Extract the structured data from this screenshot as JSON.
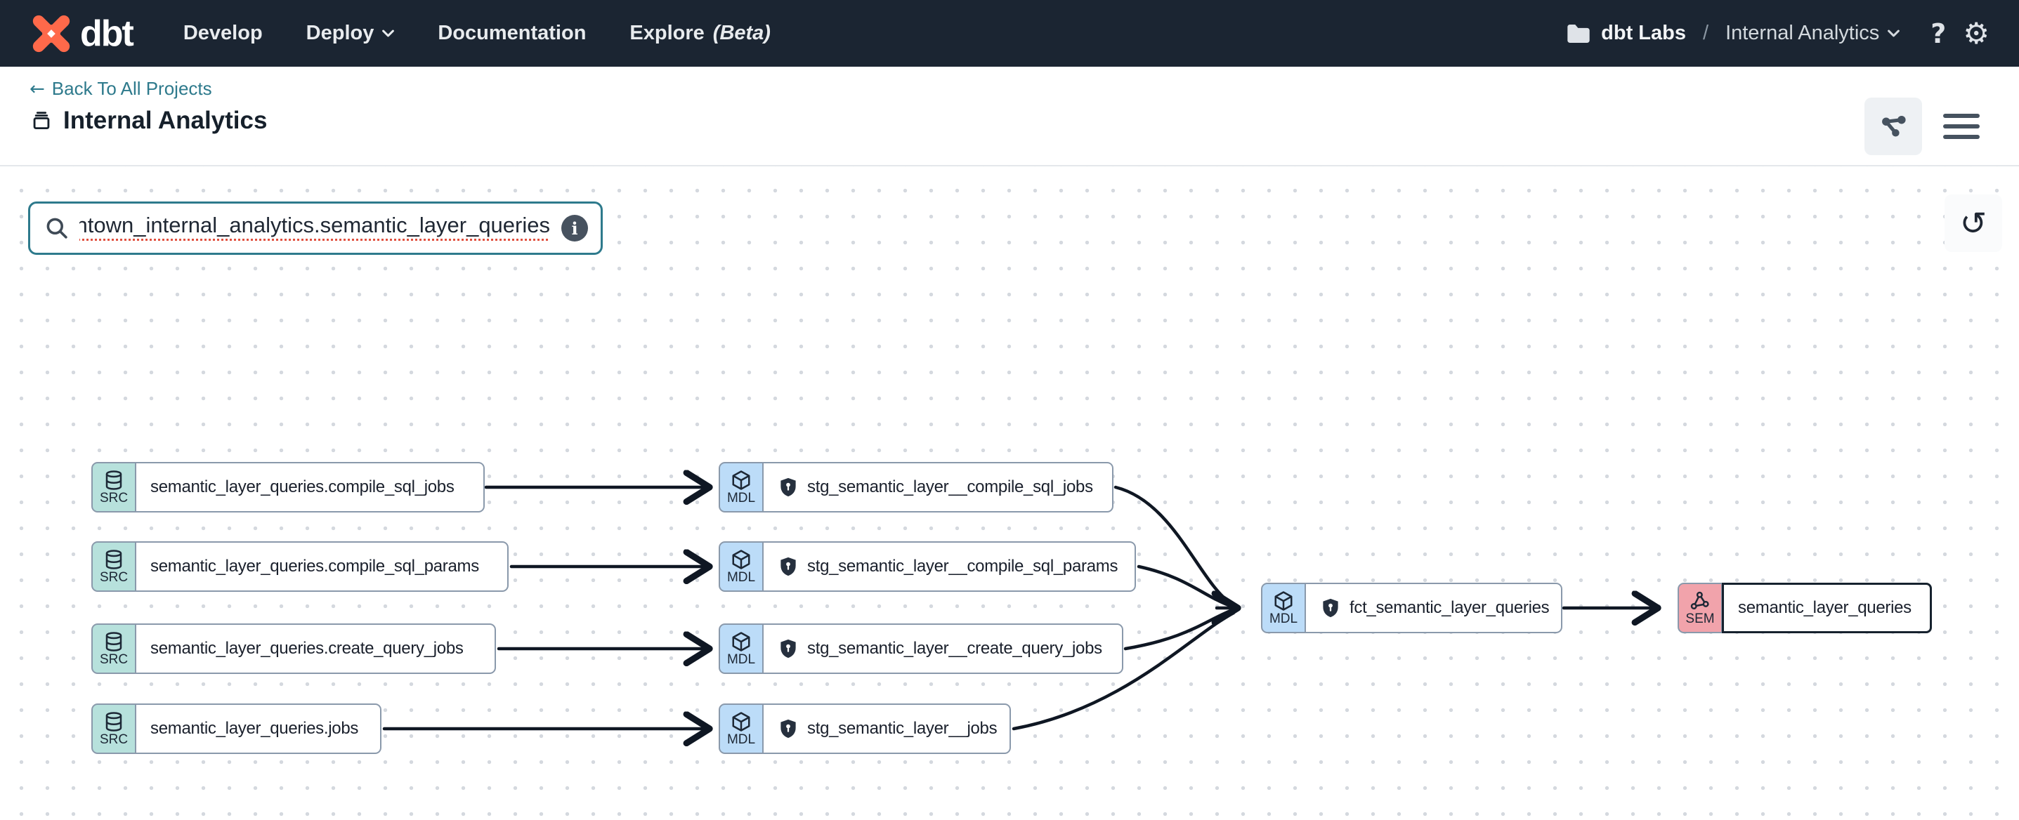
{
  "nav": {
    "brand": "dbt",
    "develop": "Develop",
    "deploy": "Deploy",
    "documentation": "Documentation",
    "explore": "Explore",
    "explore_beta": "(Beta)",
    "breadcrumb": {
      "org": "dbt Labs",
      "separator": "/",
      "project": "Internal Analytics"
    },
    "help_glyph": "?",
    "gear_glyph": "⚙"
  },
  "header": {
    "back_arrow_glyph": "←",
    "back_label": "Back To All Projects",
    "title": "Internal Analytics"
  },
  "search": {
    "value": "odel.fishtown_internal_analytics.semantic_layer_queries",
    "info_glyph": "i"
  },
  "toolbar": {
    "reset_glyph": "↺"
  },
  "graph": {
    "nodes": [
      {
        "type": "SRC",
        "label": "semantic_layer_queries.compile_sql_jobs"
      },
      {
        "type": "SRC",
        "label": "semantic_layer_queries.compile_sql_params"
      },
      {
        "type": "SRC",
        "label": "semantic_layer_queries.create_query_jobs"
      },
      {
        "type": "SRC",
        "label": "semantic_layer_queries.jobs"
      },
      {
        "type": "MDL",
        "label": "stg_semantic_layer__compile_sql_jobs"
      },
      {
        "type": "MDL",
        "label": "stg_semantic_layer__compile_sql_params"
      },
      {
        "type": "MDL",
        "label": "stg_semantic_layer__create_query_jobs"
      },
      {
        "type": "MDL",
        "label": "stg_semantic_layer__jobs"
      },
      {
        "type": "MDL",
        "label": "fct_semantic_layer_queries"
      },
      {
        "type": "SEM",
        "label": "semantic_layer_queries"
      }
    ],
    "edges": [
      {
        "from": "semantic_layer_queries.compile_sql_jobs",
        "to": "stg_semantic_layer__compile_sql_jobs"
      },
      {
        "from": "semantic_layer_queries.compile_sql_params",
        "to": "stg_semantic_layer__compile_sql_params"
      },
      {
        "from": "semantic_layer_queries.create_query_jobs",
        "to": "stg_semantic_layer__create_query_jobs"
      },
      {
        "from": "semantic_layer_queries.jobs",
        "to": "stg_semantic_layer__jobs"
      },
      {
        "from": "stg_semantic_layer__compile_sql_jobs",
        "to": "fct_semantic_layer_queries"
      },
      {
        "from": "stg_semantic_layer__compile_sql_params",
        "to": "fct_semantic_layer_queries"
      },
      {
        "from": "stg_semantic_layer__create_query_jobs",
        "to": "fct_semantic_layer_queries"
      },
      {
        "from": "stg_semantic_layer__jobs",
        "to": "fct_semantic_layer_queries"
      },
      {
        "from": "fct_semantic_layer_queries",
        "to": "semantic_layer_queries"
      }
    ]
  },
  "colors": {
    "nav_bg": "#1b2532",
    "brand_orange": "#ff694a",
    "link_teal": "#2e7a8c",
    "src_badge": "#b7e1dc",
    "mdl_badge": "#bcdcf8",
    "sem_badge": "#f1a3ab",
    "node_border": "#8a99ab",
    "edge": "#0f1723"
  }
}
